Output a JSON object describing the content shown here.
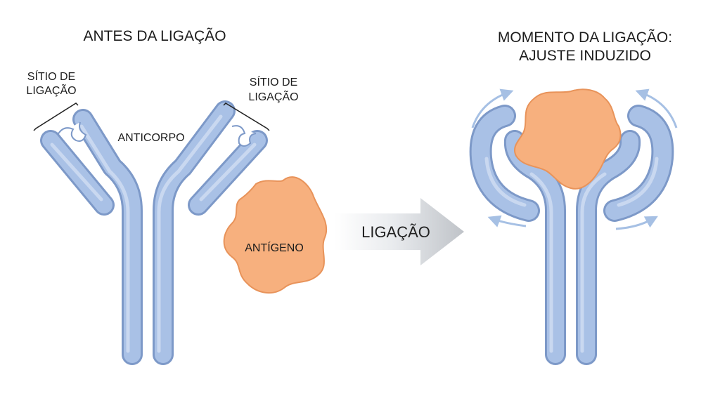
{
  "titles": {
    "before": "ANTES DA LIGAÇÃO",
    "during_line1": "MOMENTO DA LIGAÇÃO:",
    "during_line2": "AJUSTE INDUZIDO"
  },
  "labels": {
    "binding_site_left_line1": "SÍTIO DE",
    "binding_site_left_line2": "LIGAÇÃO",
    "binding_site_right_line1": "SÍTIO DE",
    "binding_site_right_line2": "LIGAÇÃO",
    "antibody": "ANTICORPO",
    "antigen": "ANTÍGENO",
    "binding_arrow": "LIGAÇÃO"
  },
  "colors": {
    "antibody_fill": "#a9c1e6",
    "antibody_stroke": "#7d99c8",
    "antigen_fill": "#f7b07e",
    "antigen_stroke": "#e8935a",
    "motion_arrow": "#a6c0e4"
  }
}
